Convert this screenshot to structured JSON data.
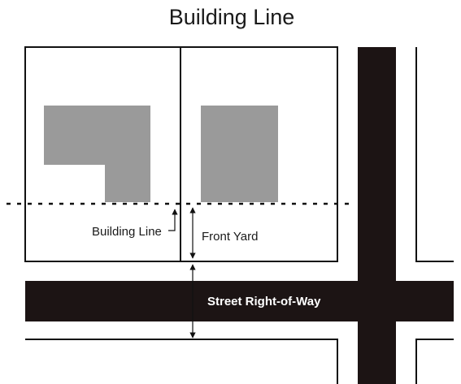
{
  "diagram": {
    "title": "Building Line",
    "labels": {
      "building_line": "Building Line",
      "front_yard": "Front Yard",
      "street": "Street Right-of-Way"
    },
    "colors": {
      "building": "#9a9a9a",
      "road": "#1c1414",
      "line": "#111111",
      "background": "#ffffff"
    }
  }
}
